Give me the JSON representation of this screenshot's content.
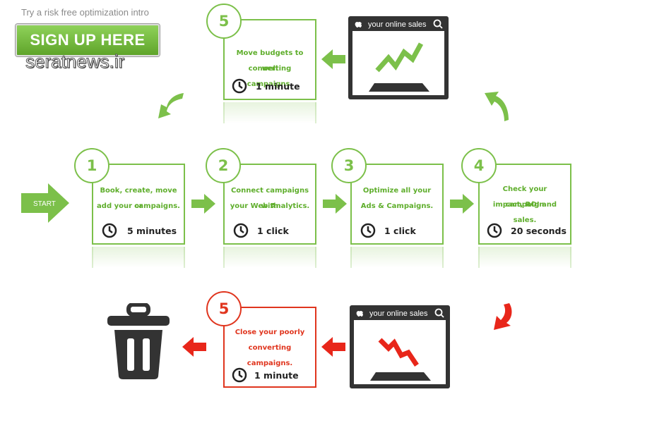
{
  "header": {
    "tagline": "Try a risk free optimization intro",
    "signup_label": "SIGN UP HERE",
    "watermark": "seratnews.ir"
  },
  "start_label": "START",
  "steps": [
    {
      "number": "1",
      "line1": "Book, create, move or",
      "line2": "add your campaigns.",
      "time": "5 minutes"
    },
    {
      "number": "2",
      "line1": "Connect campaigns with",
      "line2": "your Web Analytics.",
      "time": "1 click"
    },
    {
      "number": "3",
      "line1": "Optimize all your",
      "line2": "Ads & Campaigns.",
      "time": "1 click"
    },
    {
      "number": "4",
      "line1": "Check your campaign",
      "line2": "impact, ROI and sales.",
      "time": "20 seconds"
    }
  ],
  "step_top": {
    "number": "5",
    "line1": "Move budgets to well",
    "line2": "converting campaigns.",
    "time": "1 minute"
  },
  "step_bottom": {
    "number": "5",
    "line1": "Close your poorly",
    "line2": "converting campaigns.",
    "time": "1 minute"
  },
  "monitor_top": {
    "title": "your online sales",
    "trend": "up"
  },
  "monitor_bottom": {
    "title": "your online sales",
    "trend": "down"
  },
  "colors": {
    "green": "#7cc04a",
    "red": "#e0351e",
    "dark": "#333333"
  },
  "icons": [
    "clock-icon",
    "apple-icon",
    "search-icon",
    "trash-icon",
    "arrow-right-icon",
    "arrow-left-icon",
    "curved-arrow-icon"
  ]
}
